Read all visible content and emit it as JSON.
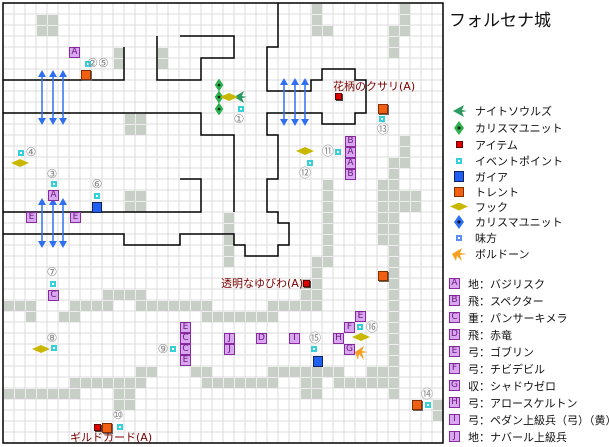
{
  "title": "フォルセナ城",
  "legend": [
    {
      "icon": "knight-souls-icon",
      "label": "ナイトソウルズ"
    },
    {
      "icon": "charisma-unit-green-icon",
      "label": "カリスマユニット"
    },
    {
      "icon": "item-icon",
      "label": "アイテム"
    },
    {
      "icon": "event-point-icon",
      "label": "イベントポイント"
    },
    {
      "icon": "gaia-icon",
      "label": "ガイア"
    },
    {
      "icon": "trent-icon",
      "label": "トレント"
    },
    {
      "icon": "hook-icon",
      "label": "フック"
    },
    {
      "icon": "charisma-unit-blue-icon",
      "label": "カリスマユニット"
    },
    {
      "icon": "ally-icon",
      "label": "味方"
    },
    {
      "icon": "boldoon-icon",
      "label": "ボルドーン"
    }
  ],
  "unit_legend": [
    {
      "letter": "A",
      "label": "地：バジリスク"
    },
    {
      "letter": "B",
      "label": "飛：スペクター"
    },
    {
      "letter": "C",
      "label": "重：パンサーキメラ"
    },
    {
      "letter": "D",
      "label": "飛：赤竜"
    },
    {
      "letter": "E",
      "label": "弓：ゴブリン"
    },
    {
      "letter": "F",
      "label": "弓：チビデビル"
    },
    {
      "letter": "G",
      "label": "収：シャドウゼロ"
    },
    {
      "letter": "H",
      "label": "弓：アロースケルトン"
    },
    {
      "letter": "I",
      "label": "弓：ペダン上級兵（弓）（黄）"
    },
    {
      "letter": "J",
      "label": "地：ナバール上級兵"
    }
  ],
  "map": {
    "units": [
      "A",
      "A",
      "E",
      "E",
      "B",
      "A",
      "A",
      "B",
      "C",
      "E",
      "C",
      "C",
      "E",
      "J",
      "J",
      "D",
      "I",
      "H",
      "F",
      "E",
      "G"
    ],
    "event_numbers": [
      "①",
      "②⑤",
      "③",
      "④",
      "⑥",
      "⑦",
      "⑧",
      "⑨",
      "⑩",
      "⑪",
      "⑫",
      "⑬",
      "⑭",
      "⑮",
      "⑯"
    ],
    "item_labels": [
      "花柄のクサリ(A)",
      "透明なゆびわ(A)",
      "ギルドカード(A)"
    ],
    "colors": {
      "wall": "#000000",
      "floor_grid": "#d8d8d8",
      "block": "#c8cfc6",
      "unit_bg": "#d9a6f0",
      "item_label": "#7a0000"
    }
  }
}
